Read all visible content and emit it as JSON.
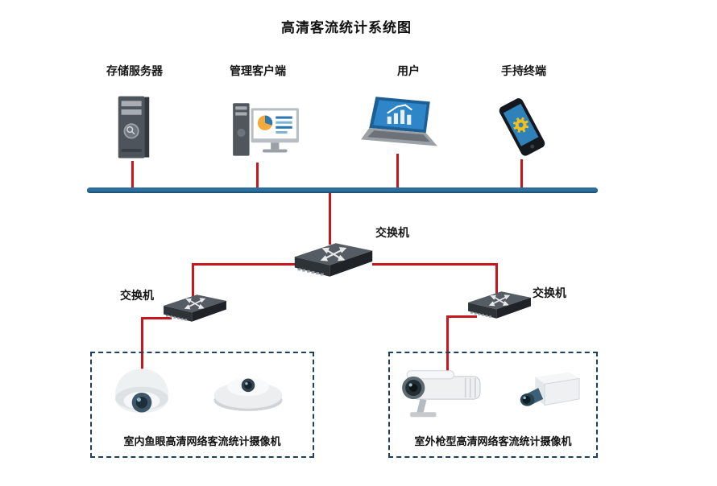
{
  "title": "高清客流统计系统图",
  "top_devices": [
    {
      "id": "storage-server",
      "label": "存储服务器",
      "icon": "server-tower-icon"
    },
    {
      "id": "management-client",
      "label": "管理客户端",
      "icon": "desktop-computer-icon"
    },
    {
      "id": "user",
      "label": "用户",
      "icon": "laptop-icon"
    },
    {
      "id": "handheld-terminal",
      "label": "手持终端",
      "icon": "smartphone-icon"
    }
  ],
  "switches": {
    "main": {
      "label": "交换机",
      "icon": "network-switch-icon"
    },
    "left": {
      "label": "交换机",
      "icon": "network-switch-icon"
    },
    "right": {
      "label": "交换机",
      "icon": "network-switch-icon"
    }
  },
  "camera_groups": [
    {
      "id": "indoor",
      "label": "室内鱼眼高清网络客流统计摄像机",
      "icons": [
        "fisheye-dome-camera-icon",
        "fisheye-flat-camera-icon"
      ]
    },
    {
      "id": "outdoor",
      "label": "室外枪型高清网络客流统计摄像机",
      "icons": [
        "bullet-camera-icon",
        "box-camera-icon"
      ]
    }
  ],
  "colors": {
    "backbone_line": "#2d6f9c",
    "connector_line": "#c8161d",
    "group_border": "#1f3f60",
    "background": "#ffffff"
  }
}
